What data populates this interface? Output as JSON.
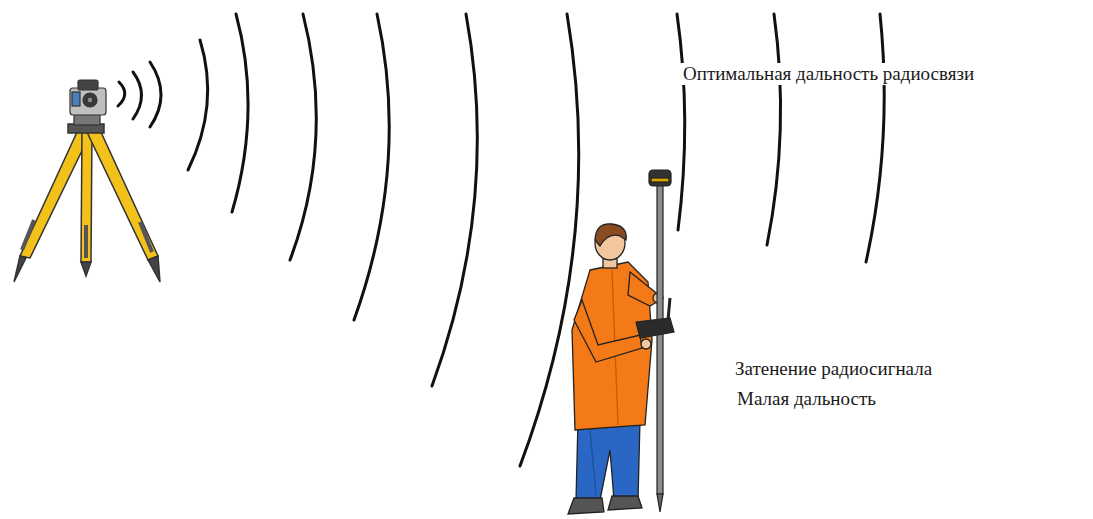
{
  "diagram": {
    "labels": [
      "Оптимальная дальность радиосвязи",
      "Затенение радиосигнала",
      "Малая дальность"
    ]
  }
}
